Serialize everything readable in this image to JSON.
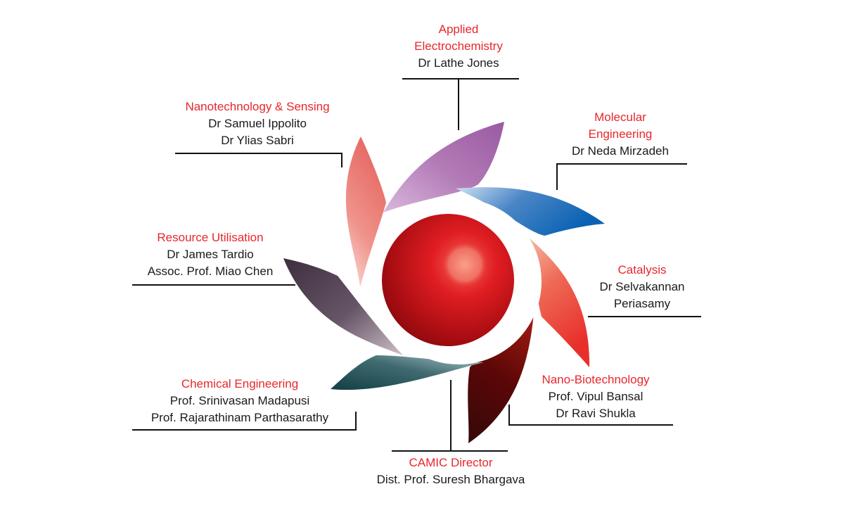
{
  "diagram": {
    "type": "organisational-pinwheel",
    "center": {
      "name": "core-sphere",
      "color": "#c0141a"
    },
    "groups": [
      {
        "key": "applied-electrochemistry",
        "title_lines": [
          "Applied",
          "Electrochemistry"
        ],
        "people": [
          "Dr Lathe Jones"
        ],
        "petal_color": "#a066a8"
      },
      {
        "key": "molecular-engineering",
        "title_lines": [
          "Molecular",
          "Engineering"
        ],
        "people": [
          "Dr Neda Mirzadeh"
        ],
        "petal_color": "#1565b4"
      },
      {
        "key": "catalysis",
        "title_lines": [
          "Catalysis"
        ],
        "people": [
          "Dr Selvakannan",
          "Periasamy"
        ],
        "petal_color": "#e8413a"
      },
      {
        "key": "nano-biotechnology",
        "title_lines": [
          "Nano-Biotechnology"
        ],
        "people": [
          "Prof. Vipul Bansal",
          "Dr Ravi Shukla"
        ],
        "petal_color": "#5a0a0a"
      },
      {
        "key": "camic-director",
        "title_lines": [
          "CAMIC Director"
        ],
        "people": [
          "Dist. Prof. Suresh Bhargava"
        ],
        "petal_color": ""
      },
      {
        "key": "chemical-engineering",
        "title_lines": [
          "Chemical Engineering"
        ],
        "people": [
          "Prof. Srinivasan Madapusi",
          "Prof. Rajarathinam Parthasarathy"
        ],
        "petal_color": "#1e5459"
      },
      {
        "key": "resource-utilisation",
        "title_lines": [
          "Resource Utilisation"
        ],
        "people": [
          "Dr James Tardio",
          "Assoc. Prof. Miao Chen"
        ],
        "petal_color": "#4c3a4c"
      },
      {
        "key": "nanotechnology-sensing",
        "title_lines": [
          "Nanotechnology & Sensing"
        ],
        "people": [
          "Dr Samuel Ippolito",
          "Dr Ylias Sabri"
        ],
        "petal_color": "#e87670"
      }
    ]
  }
}
